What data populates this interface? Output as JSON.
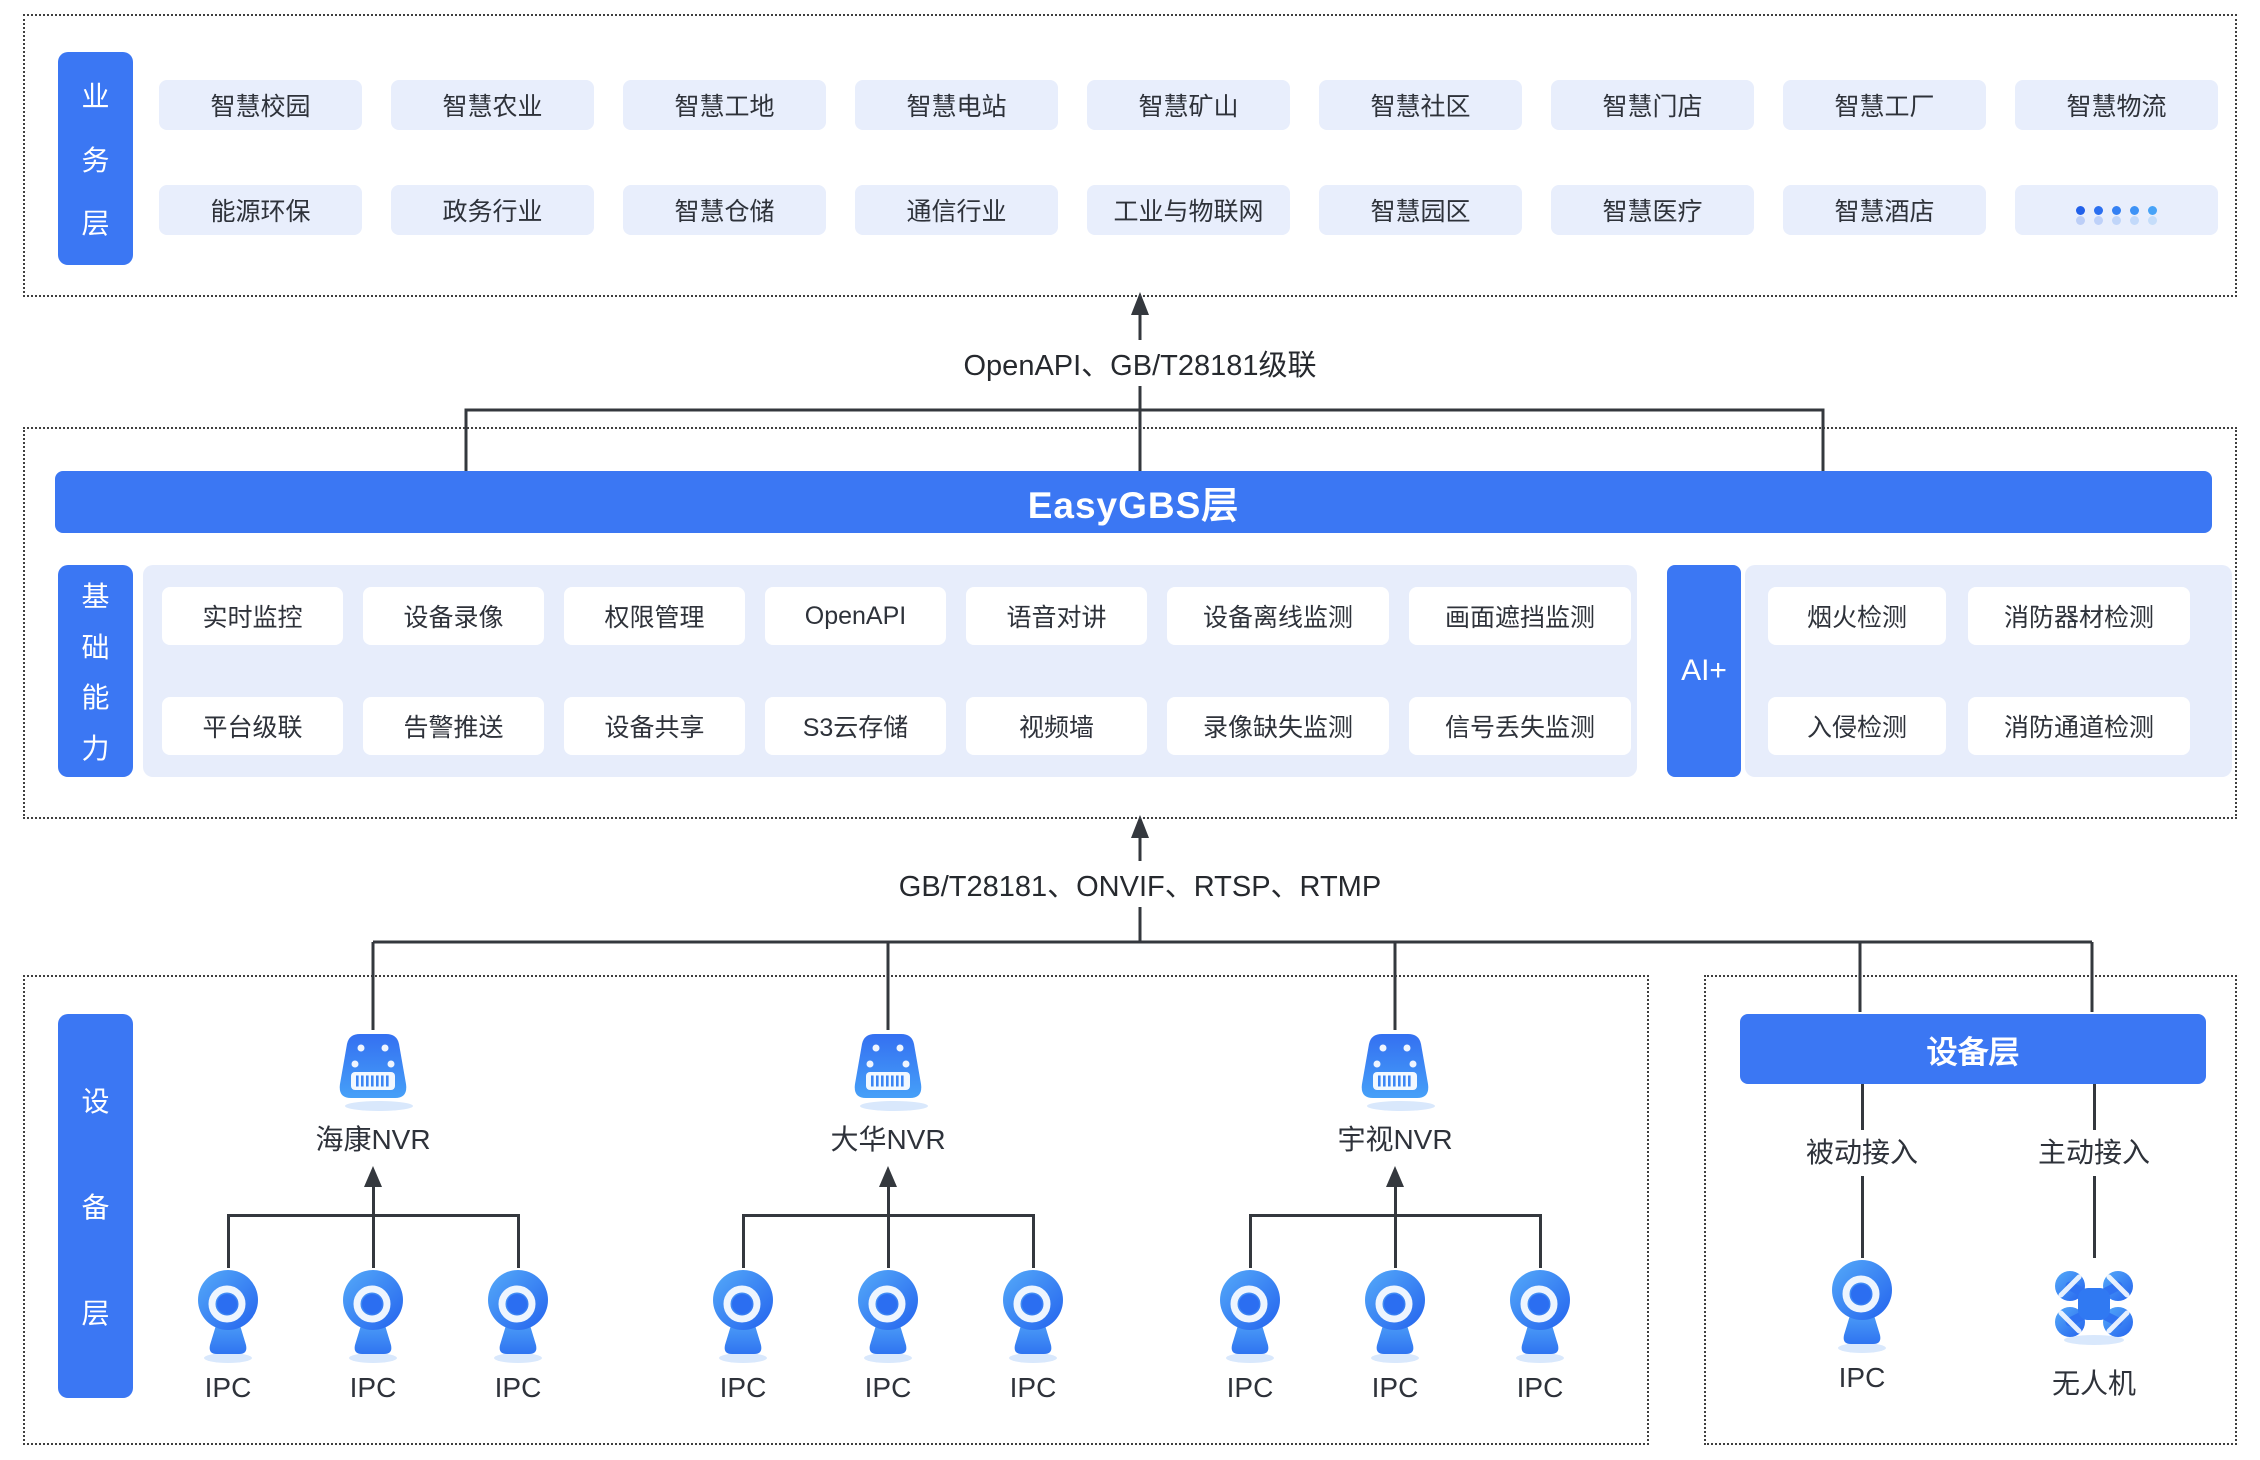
{
  "colors": {
    "primary_blue": "#3b77f3",
    "chip_light_blue": "#e8eefc",
    "panel_light_blue": "#e7edfb",
    "line_dark": "#34383e",
    "icon_blue_light": "#4fa5f8",
    "icon_blue_dark": "#2b6bef"
  },
  "business_layer": {
    "label": "业务层",
    "chips_row1": [
      "智慧校园",
      "智慧农业",
      "智慧工地",
      "智慧电站",
      "智慧矿山",
      "智慧社区",
      "智慧门店",
      "智慧工厂",
      "智慧物流"
    ],
    "chips_row2": [
      "能源环保",
      "政务行业",
      "智慧仓储",
      "通信行业",
      "工业与物联网",
      "智慧园区",
      "智慧医疗",
      "智慧酒店",
      "•••••"
    ]
  },
  "top_connector_label": "OpenAPI、GB/T28181级联",
  "gbs_layer": {
    "bar_title": "EasyGBS层",
    "capability_label": "基础能力",
    "capabilities_row1": [
      "实时监控",
      "设备录像",
      "权限管理",
      "OpenAPI",
      "语音对讲",
      "设备离线监测",
      "画面遮挡监测"
    ],
    "capabilities_row2": [
      "平台级联",
      "告警推送",
      "设备共享",
      "S3云存储",
      "视频墙",
      "录像缺失监测",
      "信号丢失监测"
    ],
    "ai_label": "AI+",
    "ai_row1": [
      "烟火检测",
      "消防器材检测"
    ],
    "ai_row2": [
      "入侵检测",
      "消防通道检测"
    ]
  },
  "bottom_connector_label": "GB/T28181、ONVIF、RTSP、RTMP",
  "device_layer": {
    "sidebar_label": "设备层",
    "nvr_groups": [
      {
        "name": "海康NVR",
        "icon": "nvr-icon",
        "ipc_labels": [
          "IPC",
          "IPC",
          "IPC"
        ]
      },
      {
        "name": "大华NVR",
        "icon": "nvr-icon",
        "ipc_labels": [
          "IPC",
          "IPC",
          "IPC"
        ]
      },
      {
        "name": "宇视NVR",
        "icon": "nvr-icon",
        "ipc_labels": [
          "IPC",
          "IPC",
          "IPC"
        ]
      }
    ],
    "panel_title": "设备层",
    "access_columns": [
      {
        "label": "被动接入",
        "device_label": "IPC",
        "icon": "ipc-camera-icon"
      },
      {
        "label": "主动接入",
        "device_label": "无人机",
        "icon": "drone-icon"
      }
    ]
  }
}
